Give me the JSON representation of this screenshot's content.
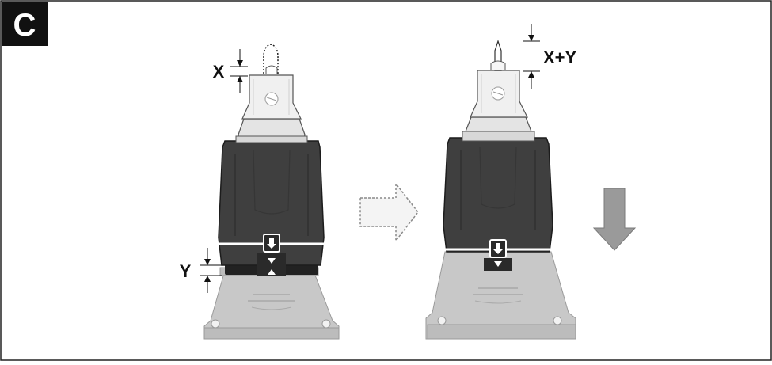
{
  "panel": {
    "label": "C"
  },
  "dims": {
    "x": "X",
    "y": "Y",
    "xy": "X+Y"
  },
  "colors": {
    "body": "#3f3f3f",
    "body_shade": "#2e2e2e",
    "collar": "#e4e4e4",
    "base": "#c8c8c8",
    "arrow_outline": "#8a8a8a",
    "arrow_fill": "#9a9a9a",
    "label_bg": "#111111"
  },
  "icons": {
    "indicator": "down-arrow-indicator-icon",
    "move_arrow": "right-outline-arrow-icon",
    "press_arrow": "down-gray-arrow-icon"
  }
}
